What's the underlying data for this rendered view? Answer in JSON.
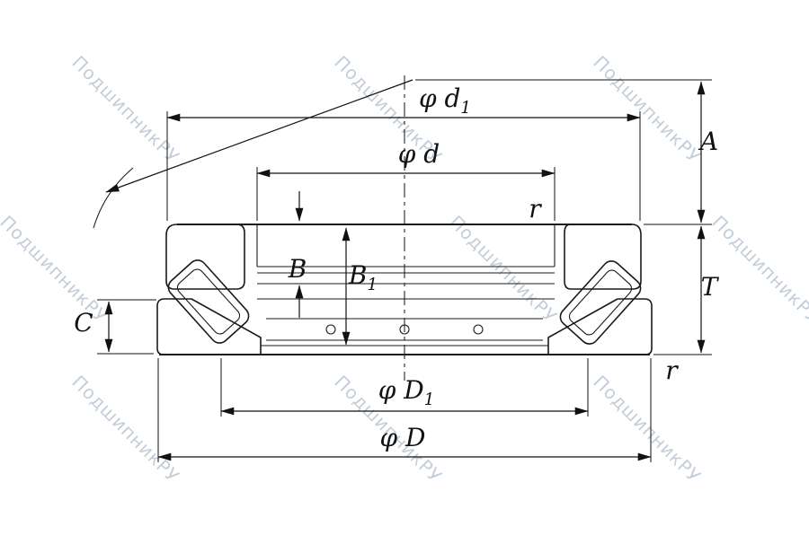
{
  "watermark": {
    "text": "ПодшипникРУ"
  },
  "colors": {
    "accent_blue": "#cde8f6",
    "line": "#1a1a1a",
    "watermark": "#b4c2d2"
  },
  "labels": {
    "d1": {
      "text": "φ d",
      "sub": "1"
    },
    "d": {
      "text": "φ d",
      "sub": ""
    },
    "A": {
      "text": "A",
      "sub": ""
    },
    "r_top": {
      "text": "r",
      "sub": ""
    },
    "B": {
      "text": "B",
      "sub": ""
    },
    "B1": {
      "text": "B",
      "sub": "1"
    },
    "T": {
      "text": "T",
      "sub": ""
    },
    "C": {
      "text": "C",
      "sub": ""
    },
    "D1": {
      "text": "φ D",
      "sub": "1"
    },
    "D": {
      "text": "φ D",
      "sub": ""
    },
    "r_bottom": {
      "text": "r",
      "sub": ""
    }
  }
}
